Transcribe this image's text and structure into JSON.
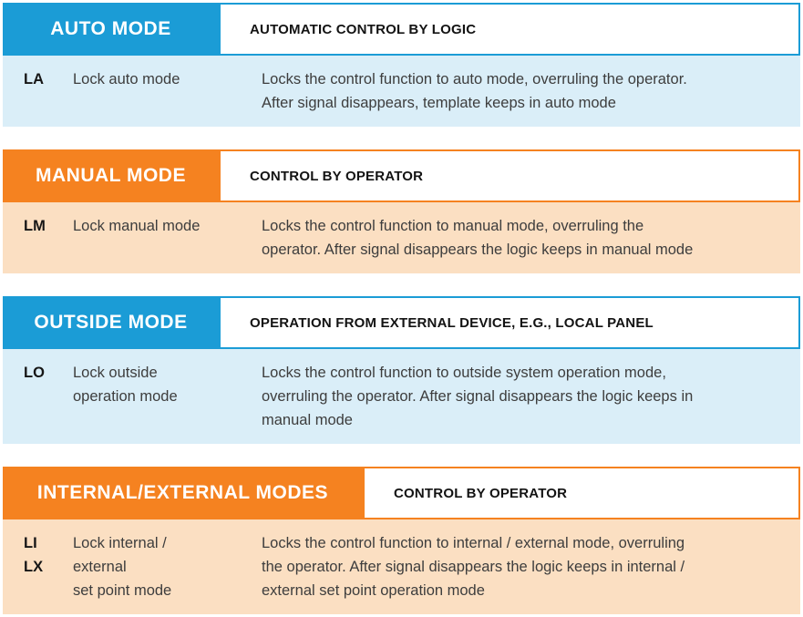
{
  "colors": {
    "blue_accent": "#1B9CD6",
    "blue_body_bg": "#DAEEF8",
    "orange_accent": "#F58220",
    "orange_body_bg": "#FBDFC2",
    "header_title_text": "#FFFFFF",
    "subtitle_text": "#131313",
    "body_text": "#3D3D3D"
  },
  "sections": [
    {
      "id": "auto-mode",
      "theme": "blue",
      "title": "AUTO MODE",
      "subtitle": "AUTOMATIC CONTROL BY LOGIC",
      "row": {
        "code": "LA",
        "label": "Lock auto mode",
        "description": "Locks the control function to auto mode, overruling the operator.\nAfter signal disappears, template keeps in auto mode"
      }
    },
    {
      "id": "manual-mode",
      "theme": "orange",
      "title": "MANUAL MODE",
      "subtitle": "CONTROL BY OPERATOR",
      "row": {
        "code": "LM",
        "label": "Lock manual mode",
        "description": "Locks the control function to manual mode, overruling the\noperator. After signal disappears the logic keeps in manual mode"
      }
    },
    {
      "id": "outside-mode",
      "theme": "blue",
      "title": "OUTSIDE MODE",
      "subtitle": "OPERATION FROM EXTERNAL DEVICE, E.G., LOCAL PANEL",
      "row": {
        "code": "LO",
        "label": "Lock outside\noperation mode",
        "description": "Locks the control function to outside system operation mode,\noverruling the operator. After signal disappears the logic keeps in\nmanual mode"
      }
    },
    {
      "id": "internal-external-modes",
      "theme": "orange",
      "title": "INTERNAL/EXTERNAL MODES",
      "subtitle": "CONTROL BY OPERATOR",
      "row": {
        "code": "LI\nLX",
        "label": "Lock internal /\nexternal\nset point mode",
        "description": "Locks the control function to internal / external mode, overruling\nthe operator. After signal disappears the logic keeps in internal /\nexternal set point operation mode"
      }
    }
  ]
}
